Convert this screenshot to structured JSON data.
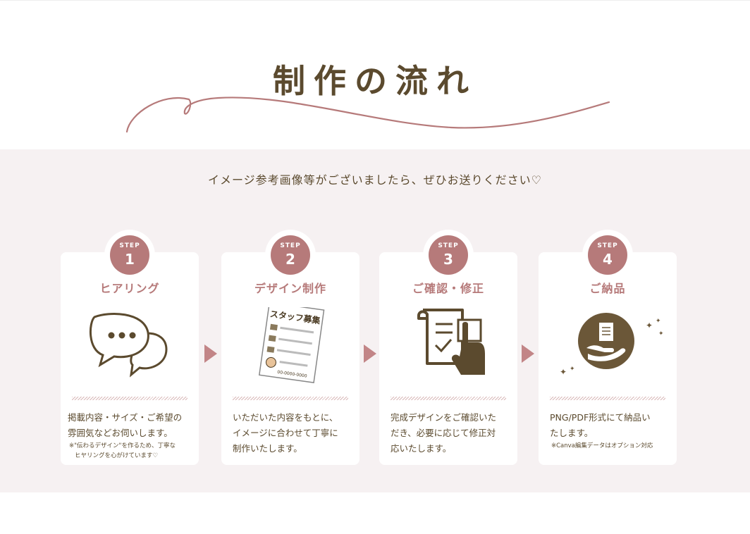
{
  "page": {
    "title": "制作の流れ",
    "lead": "イメージ参考画像等がございましたら、ぜひお送りください♡"
  },
  "colors": {
    "brown": "#5b4a2e",
    "rose": "#b67a7a",
    "band": "#f6f1f2"
  },
  "steps": [
    {
      "step_label": "STEP",
      "number": "1",
      "title": "ヒアリング",
      "icon": "chat-bubbles-icon",
      "desc_lines": [
        "掲載内容・サイズ・ご希望の",
        "雰囲気などお伺いします。"
      ],
      "note_lines": [
        "※\"伝わるデザイン\"を作るため、丁寧な",
        "ヒヤリングを心がけています♡"
      ]
    },
    {
      "step_label": "STEP",
      "number": "2",
      "title": "デザイン制作",
      "icon": "flyer-icon",
      "flyer_heading": "スタッフ募集",
      "flyer_phone": "00-0000-0000",
      "desc_lines": [
        "いただいた内容をもとに、",
        "イメージに合わせて丁寧に",
        "制作いたします。"
      ],
      "note_lines": []
    },
    {
      "step_label": "STEP",
      "number": "3",
      "title": "ご確認・修正",
      "icon": "document-check-touch-icon",
      "desc_lines": [
        "完成デザインをご確認いた",
        "だき、必要に応じて修正対",
        "応いたします。"
      ],
      "note_lines": []
    },
    {
      "step_label": "STEP",
      "number": "4",
      "title": "ご納品",
      "icon": "delivery-hand-icon",
      "desc_lines": [
        "PNG/PDF形式にて納品い",
        "たします。"
      ],
      "note_lines": [
        "※Canva編集データはオプション対応"
      ]
    }
  ]
}
